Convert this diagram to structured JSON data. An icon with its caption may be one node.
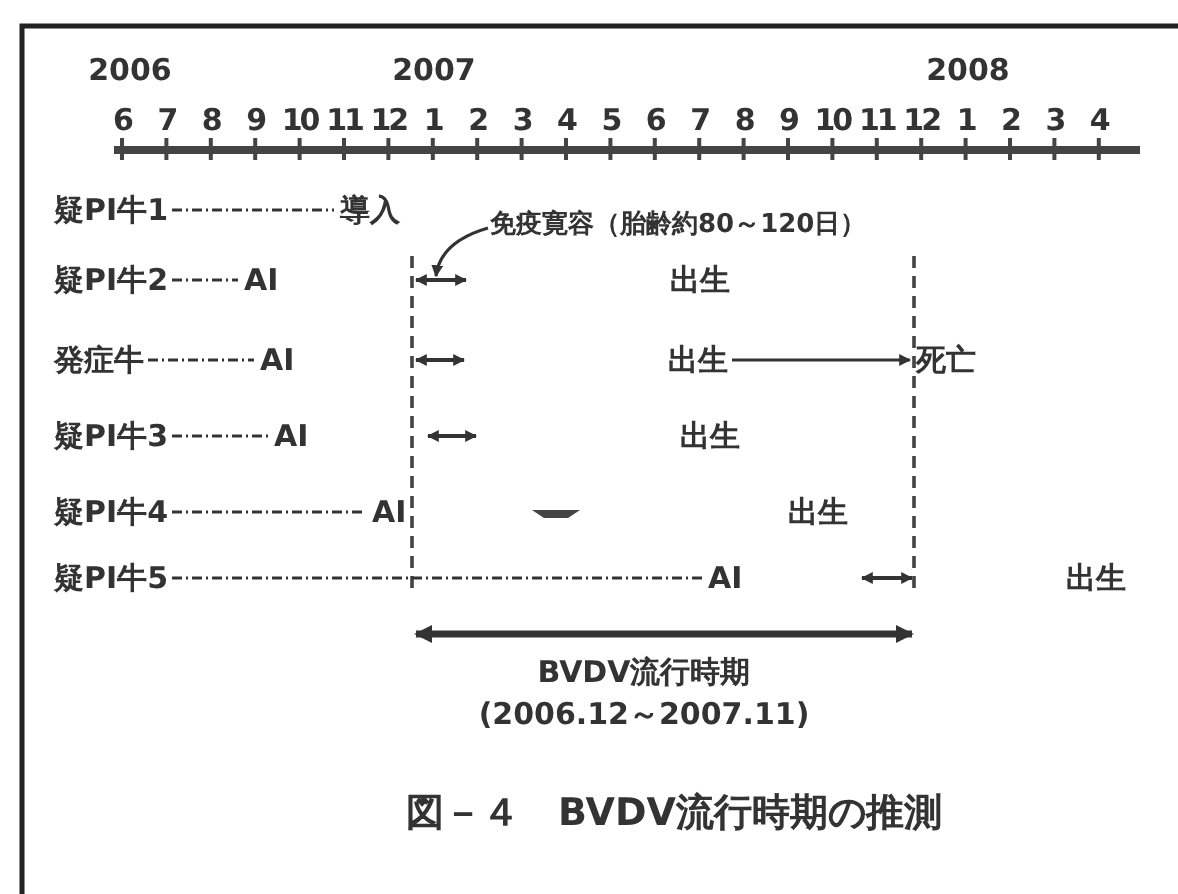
{
  "diagram": {
    "caption": "図－４　BVDV流行時期の推測",
    "nodes": [
      {
        "text": [
          "疑PI牛1"
        ]
      },
      {
        "text": [
          "導入"
        ]
      },
      {
        "text": [
          "免疫寛容（胎齢約80～120日）"
        ]
      },
      {
        "text": [
          "疑PI牛2"
        ]
      },
      {
        "text": [
          "AI"
        ]
      },
      {
        "text": [
          "発症牛"
        ]
      },
      {
        "text": [
          "AI"
        ]
      },
      {
        "text": [
          "出生"
        ]
      },
      {
        "text": [
          "死亡"
        ]
      },
      {
        "text": [
          "疑PI牛3"
        ]
      },
      {
        "text": [
          "AI"
        ]
      },
      {
        "text": [
          "疑PI牛4"
        ]
      },
      {
        "text": [
          "AI"
        ]
      },
      {
        "text": [
          "疑PI牛5"
        ]
      },
      {
        "text": [
          "AI"
        ]
      },
      {
        "text": [],
        "shape": "arrow"
      }
    ],
    "edges": [
      {
        "from": 0,
        "to": 1,
        "arrow": "none",
        "style": "dashed"
      },
      {
        "from": 2,
        "to": 15,
        "arrow": "to"
      },
      {
        "from": 3,
        "to": 4,
        "arrow": "none",
        "style": "dashed"
      },
      {
        "from": 5,
        "to": 6,
        "arrow": "none",
        "style": "dashed"
      },
      {
        "from": 7,
        "to": 8,
        "arrow": "to"
      },
      {
        "from": 9,
        "to": 10,
        "arrow": "none",
        "style": "dashed"
      },
      {
        "from": 11,
        "to": 12,
        "arrow": "none",
        "style": "dashed"
      },
      {
        "from": 13,
        "to": 14,
        "arrow": "none",
        "style": "dashed"
      }
    ],
    "labels": [
      "2006",
      "2007",
      "2008",
      "6",
      "7",
      "8",
      "9",
      "10",
      "11",
      "12",
      "1",
      "2",
      "3",
      "4",
      "5",
      "6",
      "7",
      "8",
      "9",
      "10",
      "11",
      "12",
      "1",
      "2",
      "3",
      "4",
      "出生",
      "出生",
      "出生",
      "出生",
      "BVDV流行時期",
      "(2006.12～2007.11)"
    ]
  }
}
